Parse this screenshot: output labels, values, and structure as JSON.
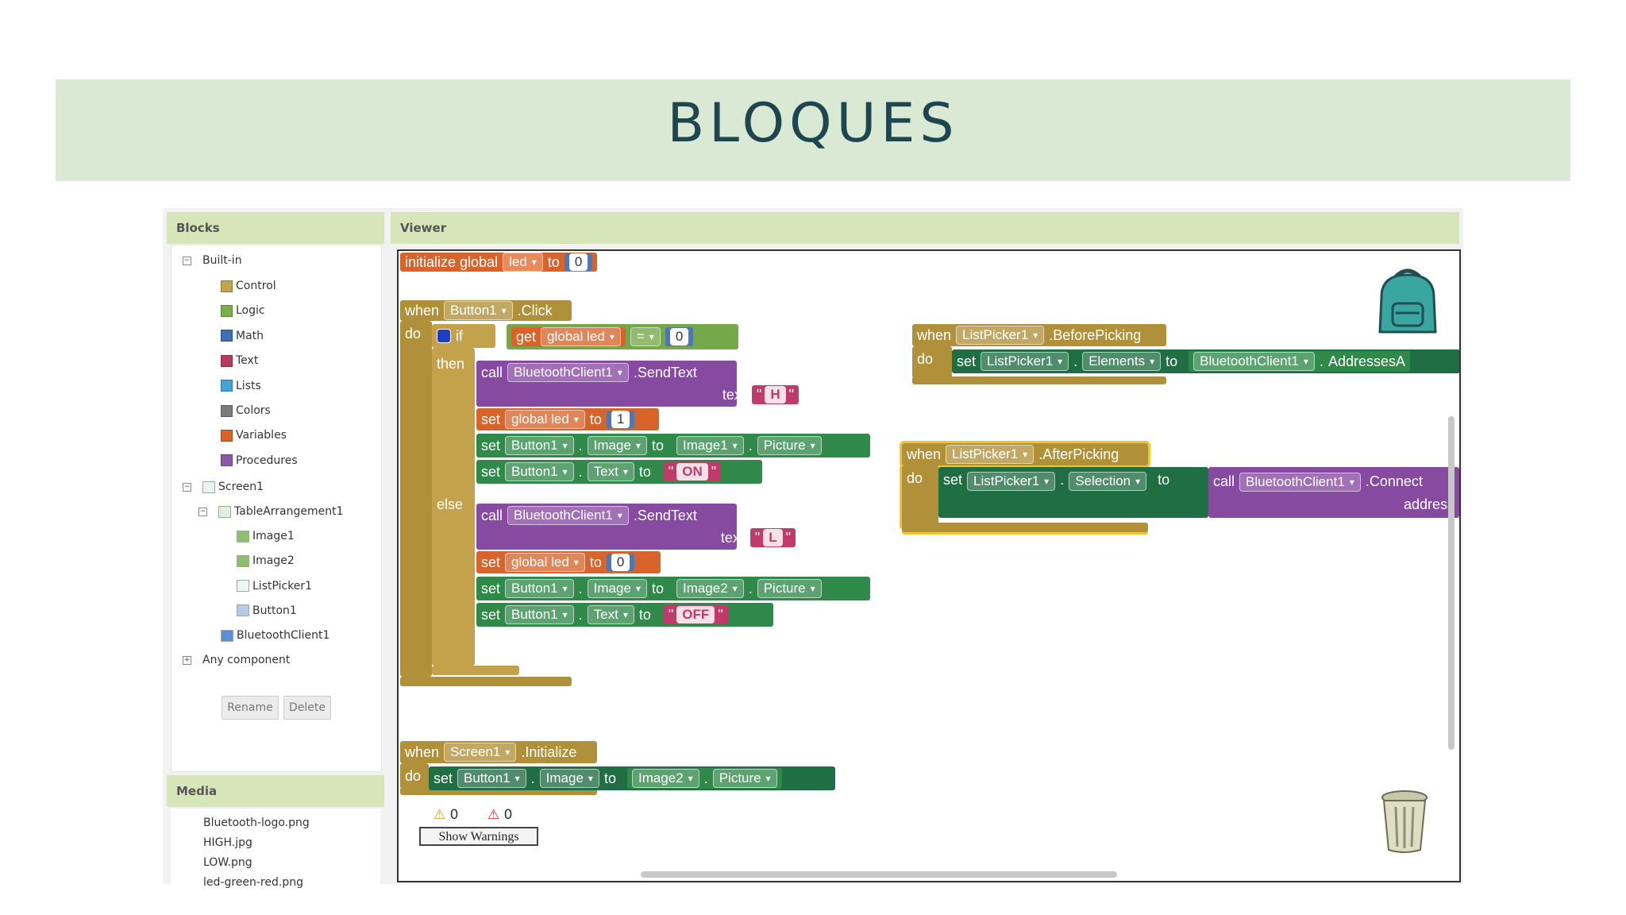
{
  "slide_title": "BLOQUES",
  "blocks_panel": {
    "title": "Blocks",
    "builtin_label": "Built-in",
    "builtin_items": [
      {
        "label": "Control",
        "color": "#c4a24b"
      },
      {
        "label": "Logic",
        "color": "#7ab04a"
      },
      {
        "label": "Math",
        "color": "#3c6fb4"
      },
      {
        "label": "Text",
        "color": "#b83a5e"
      },
      {
        "label": "Lists",
        "color": "#45a3d6"
      },
      {
        "label": "Colors",
        "color": "#7a7a7a"
      },
      {
        "label": "Variables",
        "color": "#d9642b"
      },
      {
        "label": "Procedures",
        "color": "#8a5aa6"
      }
    ],
    "screen_label": "Screen1",
    "arrangement_label": "TableArrangement1",
    "arrangement_children": [
      "Image1",
      "Image2",
      "ListPicker1",
      "Button1"
    ],
    "bluetooth_label": "BluetoothClient1",
    "any_component_label": "Any component",
    "rename_label": "Rename",
    "delete_label": "Delete"
  },
  "media_panel": {
    "title": "Media",
    "files": [
      "Bluetooth-logo.png",
      "HIGH.jpg",
      "LOW.png",
      "led-green-red.png"
    ]
  },
  "viewer": {
    "title": "Viewer",
    "init_block": {
      "text": "initialize global",
      "var": "led",
      "to": "to",
      "value": "0"
    },
    "click_block": {
      "when": "when",
      "component": "Button1",
      "event": ".Click",
      "do": "do",
      "if": "if",
      "get": "get",
      "get_var": "global led",
      "eq": "=",
      "eq_value": "0",
      "then": "then",
      "else": "else",
      "call": "call",
      "bt": "BluetoothClient1",
      "send_text": ".SendText",
      "text_kw": "text",
      "then_text": "H",
      "else_text": "L",
      "set": "set",
      "global_led": "global led",
      "to": "to",
      "then_led": "1",
      "else_led": "0",
      "button": "Button1",
      "dot": ".",
      "image_prop": "Image",
      "text_prop": "Text",
      "then_image": "Image1",
      "else_image": "Image2",
      "picture": "Picture",
      "then_state": "ON",
      "else_state": "OFF"
    },
    "before_picking": {
      "when": "when",
      "component": "ListPicker1",
      "event": ".BeforePicking",
      "do": "do",
      "set": "set",
      "prop": "Elements",
      "to": "to",
      "bt": "BluetoothClient1",
      "addresses": "AddressesA"
    },
    "after_picking": {
      "when": "when",
      "component": "ListPicker1",
      "event": ".AfterPicking",
      "do": "do",
      "set": "set",
      "prop": "Selection",
      "to": "to",
      "call": "call",
      "bt": "BluetoothClient1",
      "connect": ".Connect",
      "address": "address"
    },
    "init_screen": {
      "when": "when",
      "component": "Screen1",
      "event": ".Initialize",
      "do": "do",
      "set": "set",
      "button": "Button1",
      "prop": "Image",
      "to": "to",
      "image": "Image2",
      "picture": "Picture"
    },
    "warnings_count": "0",
    "errors_count": "0",
    "show_warnings_label": "Show Warnings"
  }
}
